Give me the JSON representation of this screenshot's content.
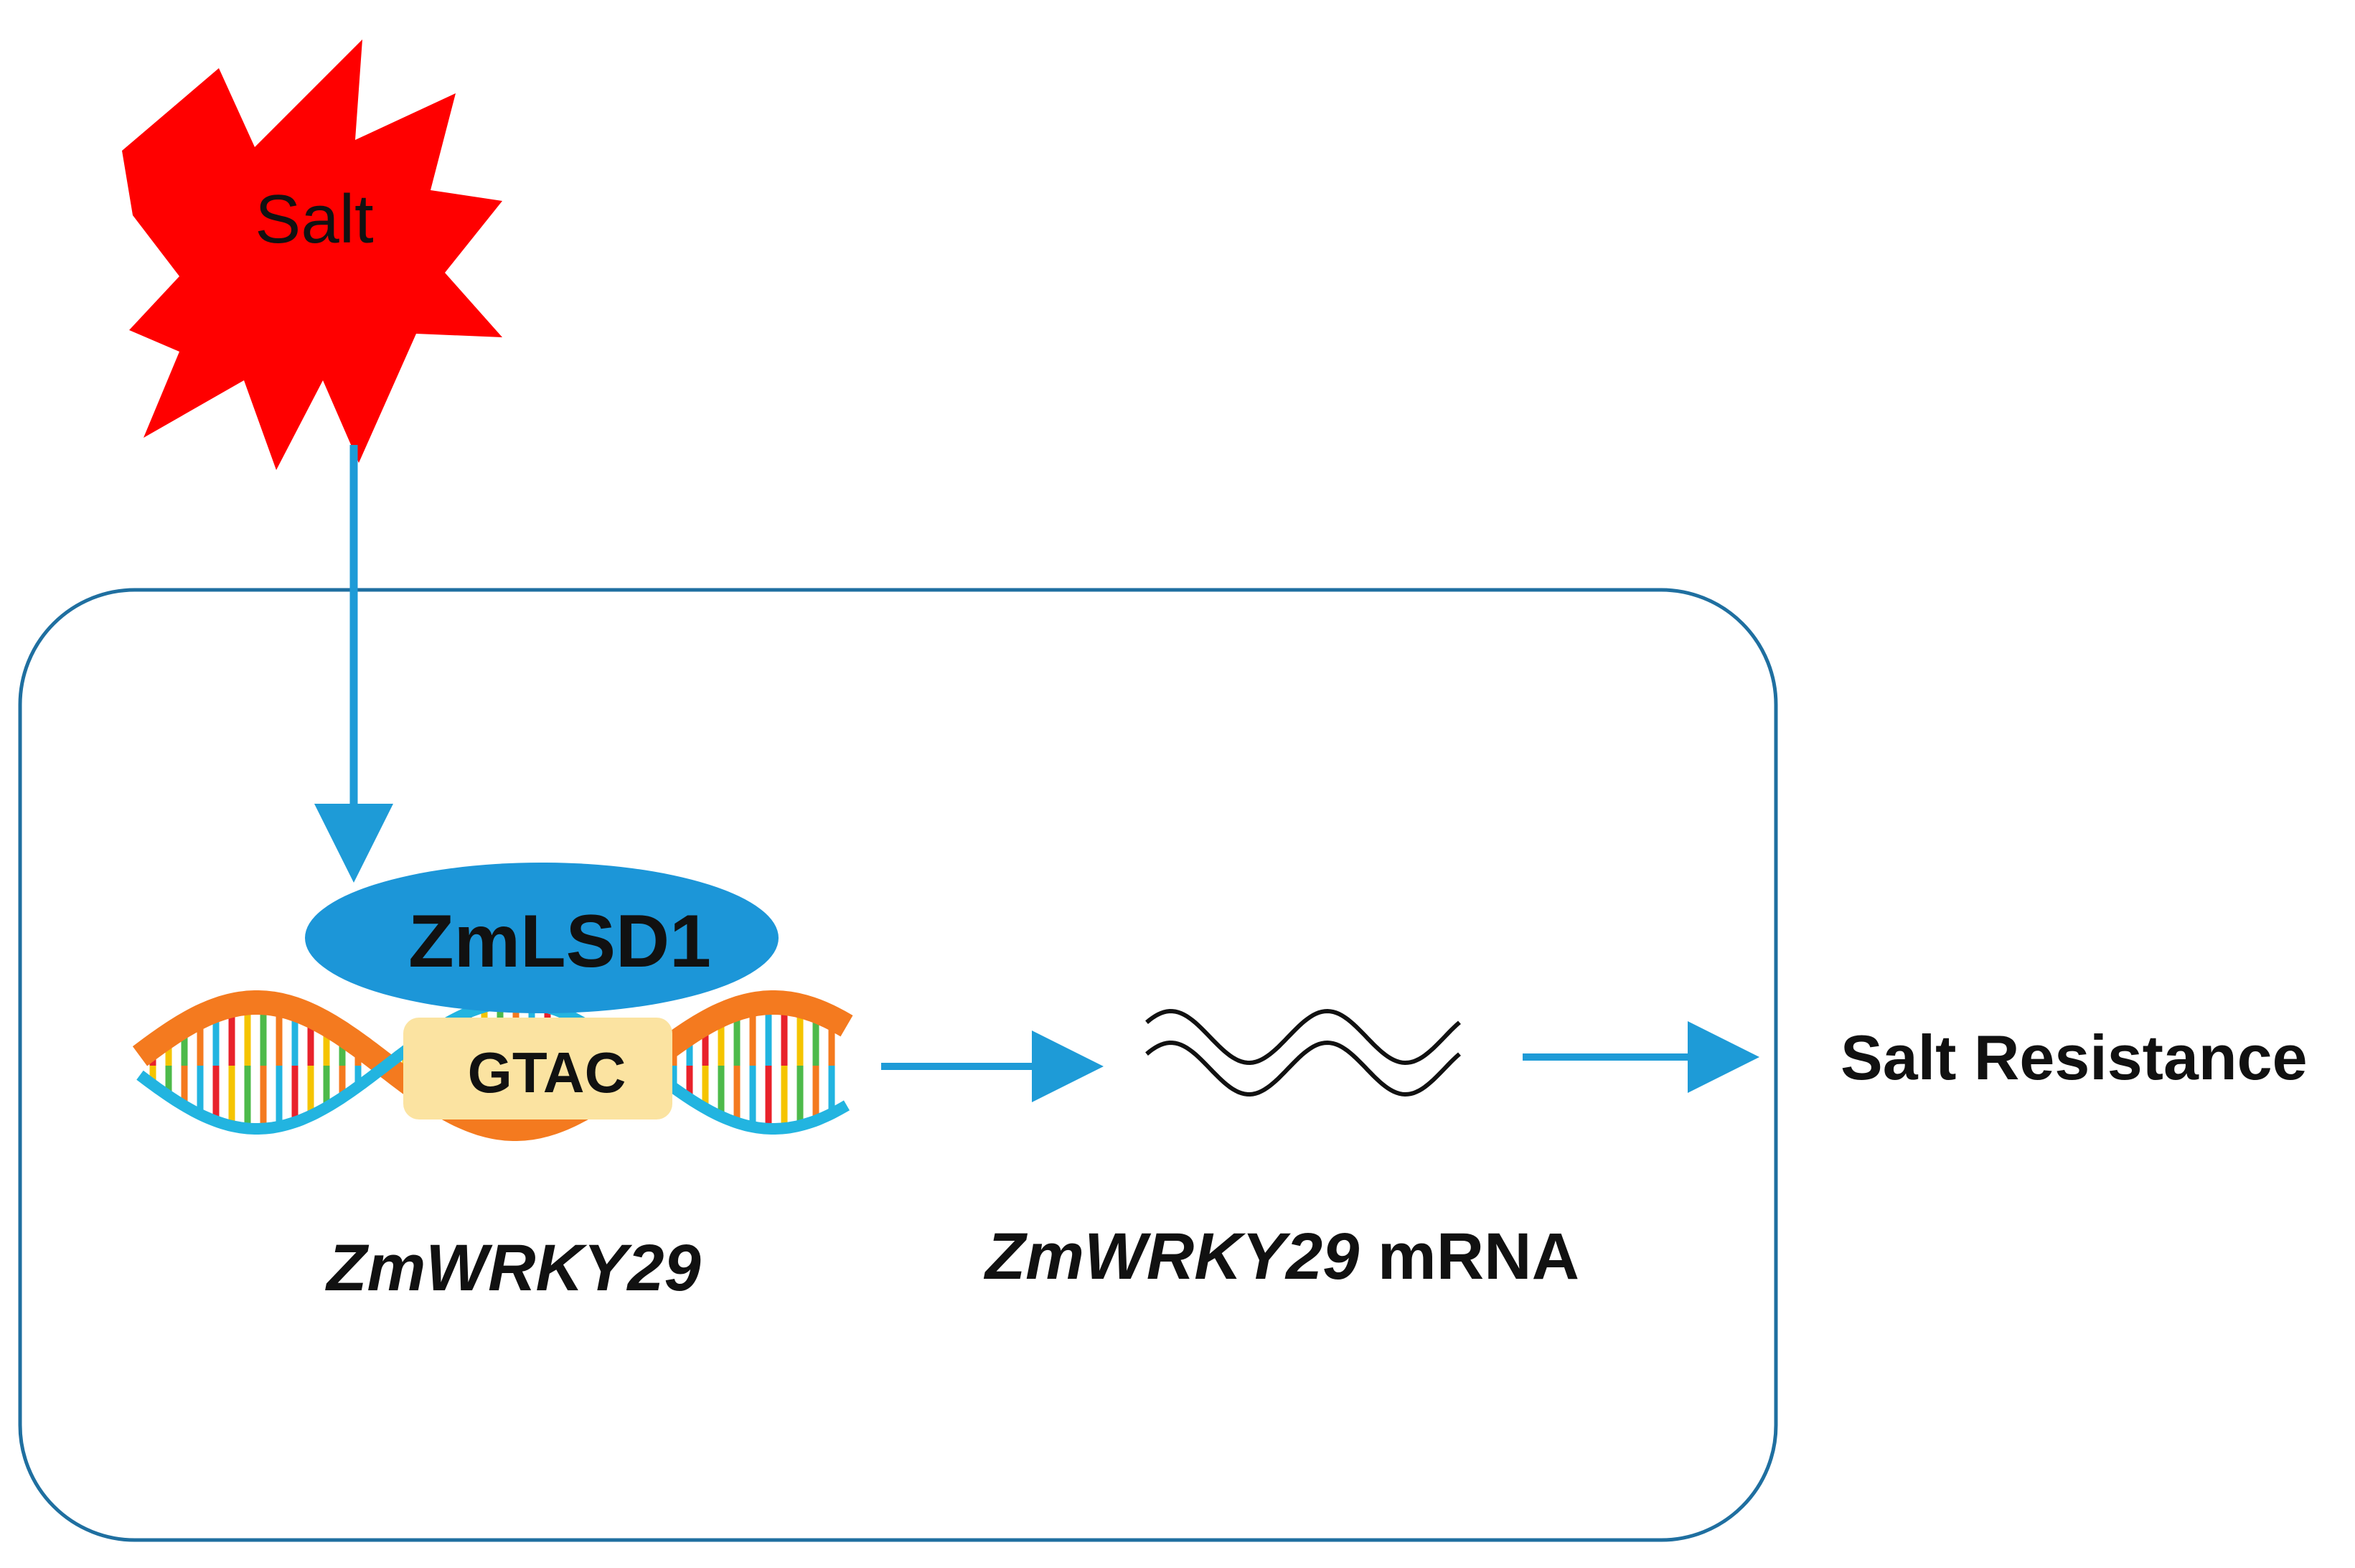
{
  "stimulus": {
    "label": "Salt"
  },
  "protein": {
    "label": "ZmLSD1"
  },
  "motif": {
    "label": "GTAC"
  },
  "gene": {
    "label": "ZmWRKY29"
  },
  "transcript": {
    "gene_label": "ZmWRKY29",
    "suffix_label": " mRNA"
  },
  "outcome": {
    "label": "Salt Resistance"
  },
  "colors": {
    "stimulus_burst": "#ff0000",
    "arrow": "#1e9bd7",
    "cell_border": "#1f6fa0",
    "protein_fill": "#1c96d8",
    "motif_fill": "#fbe3a1",
    "dna_strand_orange": "#f47a1f",
    "dna_strand_cyan": "#22b4e0",
    "rung_colors": [
      "#e8222b",
      "#f5c400",
      "#4dba4a",
      "#f47a1f",
      "#22b4e0"
    ],
    "mrna": "#111111"
  }
}
